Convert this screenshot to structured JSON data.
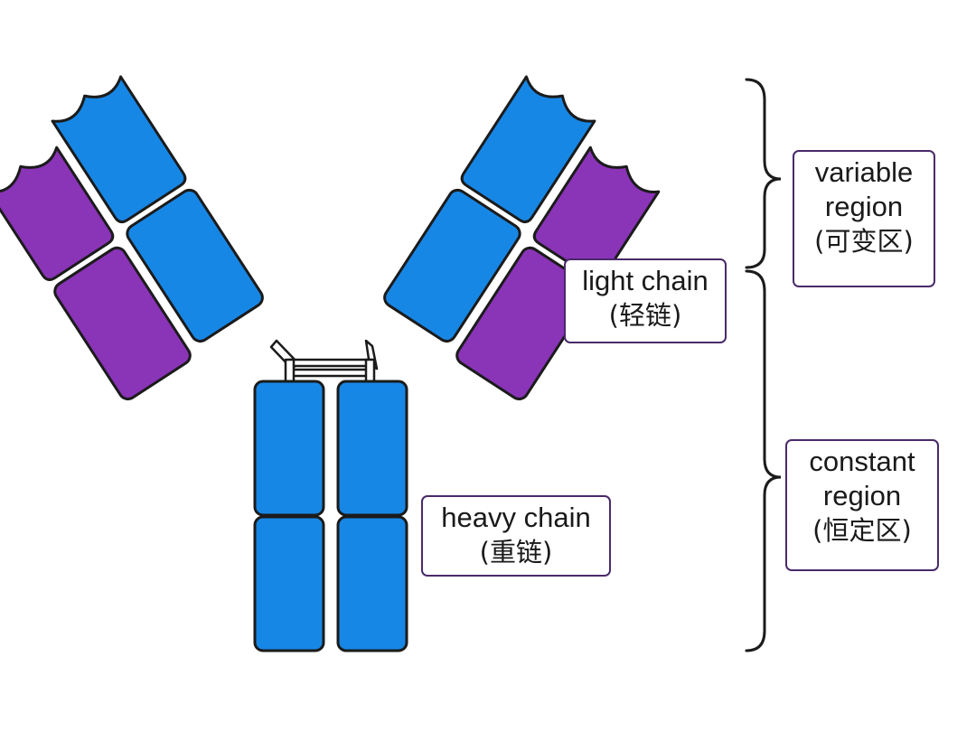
{
  "labels": {
    "light_chain": {
      "en": "light chain",
      "zh": "(轻链)"
    },
    "heavy_chain": {
      "en": "heavy chain",
      "zh": "(重链)"
    },
    "variable_region": {
      "en_line1": "variable",
      "en_line2": "region",
      "zh": "(可变区)"
    },
    "constant_region": {
      "en_line1": "constant",
      "en_line2": "region",
      "zh": "(恒定区)"
    }
  },
  "colors": {
    "heavy_chain": "#1787e6",
    "light_chain": "#8a34b8",
    "outline": "#1b1b1b",
    "label_border": "#4a2a6a"
  }
}
